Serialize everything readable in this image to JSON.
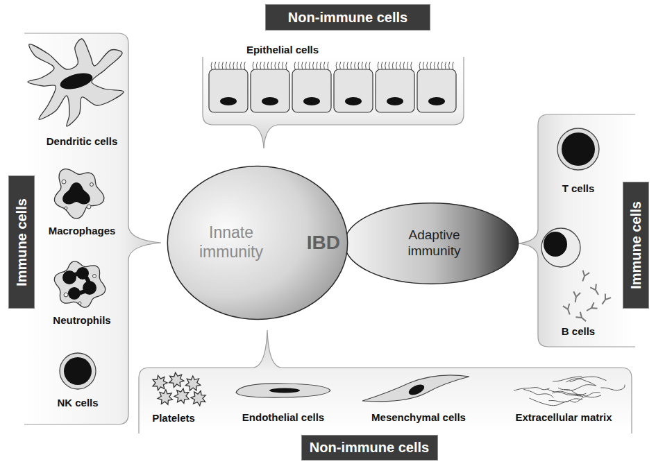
{
  "diagram": {
    "nodes": [
      {
        "text": [
          "Non-immune cells"
        ]
      },
      {
        "text": [
          "Immune cells"
        ]
      },
      {
        "text": [
          "Innate immunity",
          "IBD"
        ]
      },
      {
        "text": [
          "Adaptive immunity"
        ]
      },
      {
        "text": [
          "Immune cells"
        ]
      },
      {
        "text": [
          "Non-immune cells"
        ]
      }
    ],
    "labels": [
      "Epithelial cells",
      "Dendritic cells",
      "Macrophages",
      "Neutrophils",
      "NK cells",
      "T cells",
      "B cells",
      "Platelets",
      "Endothelial cells",
      "Mesenchymal cells",
      "Extracellular matrix"
    ]
  }
}
